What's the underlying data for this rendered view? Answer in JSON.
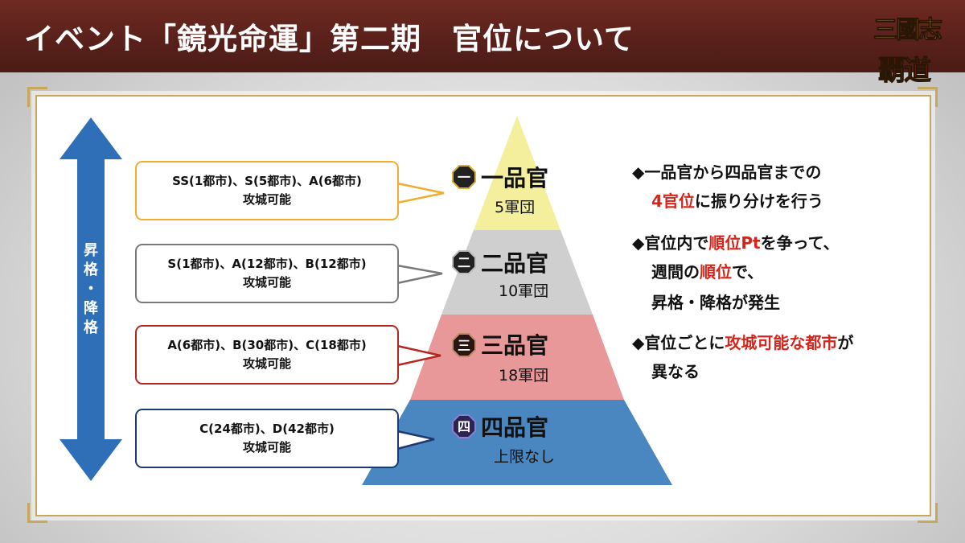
{
  "header": {
    "title": "イベント「鏡光命運」第二期　官位について"
  },
  "logo": {
    "line1": "三國志",
    "line2": "覇道"
  },
  "arrow": {
    "label_chars": [
      "昇",
      "格",
      "・",
      "降",
      "格"
    ]
  },
  "ranks": [
    {
      "icon_char": "一",
      "name": "一品官",
      "sub": "5軍団",
      "box_line1": "SS(1都市)、S(5都市)、A(6都市)",
      "box_line2": "攻城可能"
    },
    {
      "icon_char": "二",
      "name": "二品官",
      "sub": "10軍団",
      "box_line1": "S(1都市)、A(12都市)、B(12都市)",
      "box_line2": "攻城可能"
    },
    {
      "icon_char": "三",
      "name": "三品官",
      "sub": "18軍団",
      "box_line1": "A(6都市)、B(30都市)、C(18都市)",
      "box_line2": "攻城可能"
    },
    {
      "icon_char": "四",
      "name": "四品官",
      "sub": "上限なし",
      "box_line1": "C(24都市)、D(42都市)",
      "box_line2": "攻城可能"
    }
  ],
  "notes": {
    "n1a": "◆一品官から四品官までの",
    "n1b_red": "4官位",
    "n1b_rest": "に振り分けを行う",
    "n2a_pre": "◆官位内で",
    "n2a_red": "順位Pt",
    "n2a_post": "を争って、",
    "n2b_pre": "週間の",
    "n2b_red": "順位",
    "n2b_post": "で、",
    "n2c": "昇格・降格が発生",
    "n3a_pre": "◆官位ごとに",
    "n3a_red": "攻城可能な都市",
    "n3a_post": "が",
    "n3b": "異なる"
  },
  "colors": {
    "tier1": "#f4ef9c",
    "tier2": "#cfcfcf",
    "tier3": "#e89898",
    "tier4": "#4a86bf",
    "border1": "#f0ad2e",
    "border2": "#7a7a7a",
    "border3": "#b2271f",
    "border4": "#1d3a6e",
    "arrow": "#2f6fb7",
    "accent_red": "#d4261c"
  }
}
